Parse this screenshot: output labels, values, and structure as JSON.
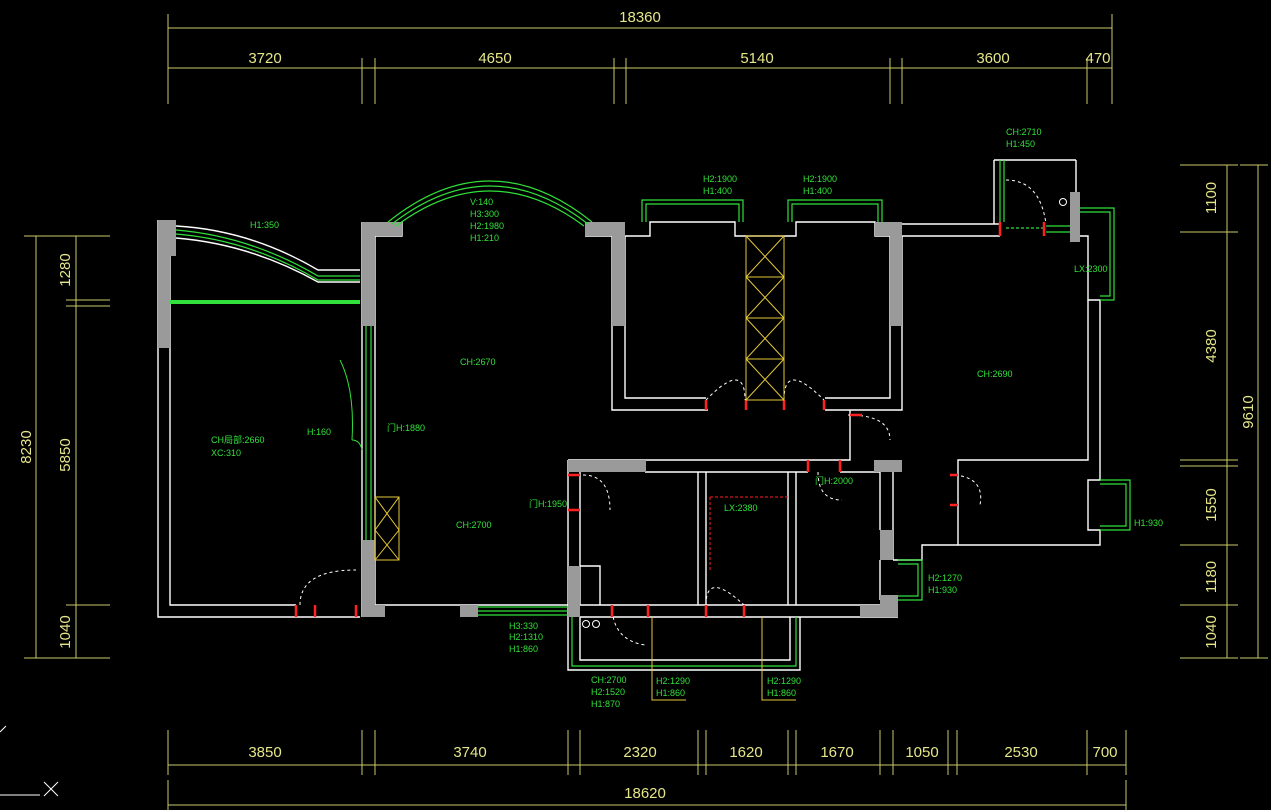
{
  "dimensions": {
    "top_total": "18360",
    "top_segments": [
      "3720",
      "4650",
      "5140",
      "3600",
      "470"
    ],
    "bottom_total": "18620",
    "bottom_segments": [
      "3850",
      "3740",
      "2320",
      "1620",
      "1670",
      "1050",
      "2530",
      "700"
    ],
    "left_total": "8230",
    "left_segments": [
      "1280",
      "5850",
      "1040"
    ],
    "right_total": "9610",
    "right_segments": [
      "1100",
      "4380",
      "1550",
      "1180",
      "1040"
    ]
  },
  "labels": {
    "l_h350": "H1:350",
    "l_bay1": "V:140",
    "l_bay2": "H3:300",
    "l_bay3": "H2:1980",
    "l_bay4": "H1:210",
    "l_w1a": "H2:1900",
    "l_w1b": "H1:400",
    "l_w2a": "H2:1900",
    "l_w2b": "H1:400",
    "l_ch2710": "CH:2710",
    "l_h450": "H1:450",
    "l_lx2300": "LX:2300",
    "l_ch2670": "CH:2670",
    "l_ch2690": "CH:2690",
    "l_chleft": "CH局部:2660",
    "l_xc310": "XC:310",
    "l_h160": "H:160",
    "l_mh1880": "门H:1880",
    "l_mh1950": "门H:1950",
    "l_mh2000": "门H:2000",
    "l_ch2700": "CH:2700",
    "l_lx2380": "LX:2380",
    "l_h930": "H1:930",
    "l_h21270": "H2:1270",
    "l_h1930": "H1:930",
    "l_b330": "H3:330",
    "l_b1310": "H2:1310",
    "l_b860": "H1:860",
    "l_c2700": "CH:2700",
    "l_c1520": "H2:1520",
    "l_c870": "H1:870",
    "l_d1290": "H2:1290",
    "l_d860": "H1:860",
    "l_e1290": "H2:1290",
    "l_e860": "H1:860"
  },
  "colors": {
    "background": "#000000",
    "walls": "#ffffff",
    "windows": "#31e03a",
    "dimensions": "#e6e68a",
    "door_marks": "#ff2020"
  }
}
